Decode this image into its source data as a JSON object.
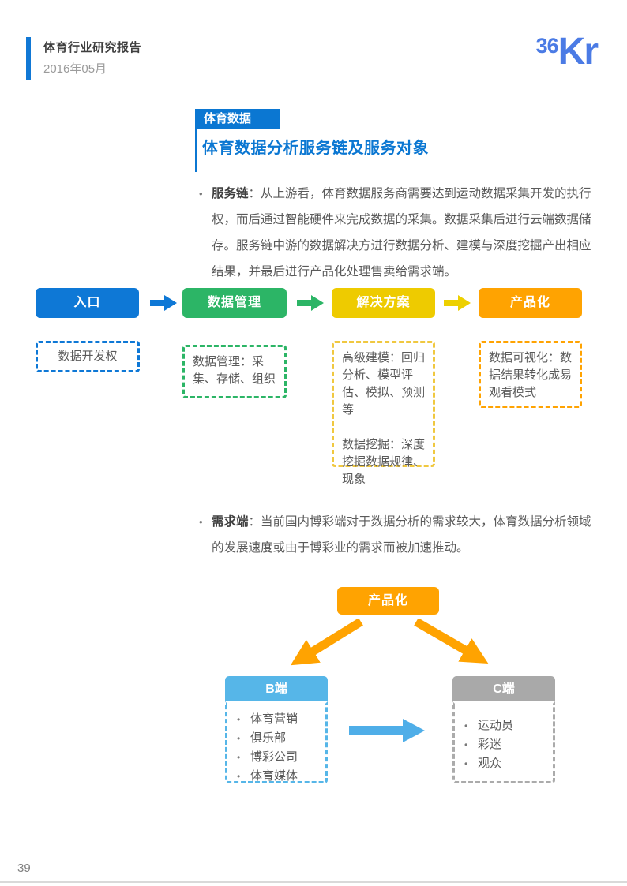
{
  "header": {
    "report_title": "体育行业研究报告",
    "date": "2016年05月",
    "logo": {
      "part1": "36",
      "part2": "Kr"
    }
  },
  "section": {
    "tag": "体育数据",
    "title": "体育数据分析服务链及服务对象"
  },
  "glyphs": {
    "bullet": "•"
  },
  "bullets": {
    "service_chain": {
      "term": "服务链",
      "text": "：从上游看，体育数据服务商需要达到运动数据采集开发的执行权，而后通过智能硬件来完成数据的采集。数据采集后进行云端数据储存。服务链中游的数据解决方进行数据分析、建模与深度挖掘产出相应结果，并最后进行产品化处理售卖给需求端。"
    },
    "demand_side": {
      "term": "需求端",
      "text": "：当前国内博彩端对于数据分析的需求较大，体育数据分析领域的发展速度或由于博彩业的需求而被加速推动。"
    }
  },
  "flow": {
    "stages": [
      {
        "label": "入口",
        "color": "#0e78d6",
        "note": "数据开发权"
      },
      {
        "label": "数据管理",
        "color": "#2cb566",
        "note": "数据管理：采集、存储、组织"
      },
      {
        "label": "解决方案",
        "color": "#eecb00",
        "note_modeling": "高级建模：回归分析、模型评估、模拟、预测等",
        "note_mining": "数据挖掘：深度挖掘数据规律、现象"
      },
      {
        "label": "产品化",
        "color": "#ffa301",
        "note": "数据可视化：数据结果转化成易观看模式"
      }
    ]
  },
  "productization": {
    "root_label": "产品化",
    "b_side": {
      "title": "B端",
      "items": [
        "体育营销",
        "俱乐部",
        "博彩公司",
        "体育媒体"
      ]
    },
    "c_side": {
      "title": "C端",
      "items": [
        "运动员",
        "彩迷",
        "观众"
      ]
    }
  },
  "footer": {
    "page_number": "39"
  },
  "colors": {
    "primary_blue": "#0e78d6",
    "badge_blue": "#0b77d2",
    "green": "#2cb566",
    "yellow": "#eecb00",
    "orange": "#ffa301",
    "light_blue": "#56b6e8",
    "gray": "#a9a9a9",
    "arrow_blue": "#4faee8",
    "logo_blue": "#4b7be5"
  }
}
